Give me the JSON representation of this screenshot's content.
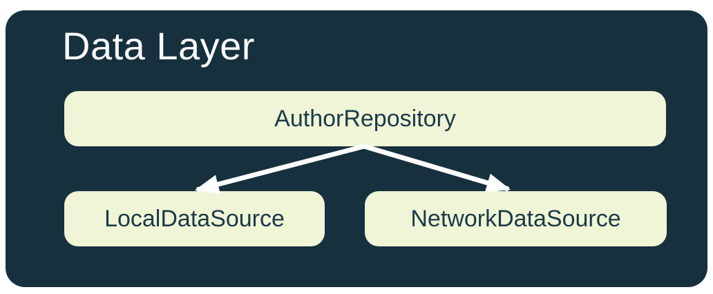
{
  "diagram": {
    "title": "Data Layer",
    "nodes": [
      {
        "id": "repo",
        "label": "AuthorRepository"
      },
      {
        "id": "local",
        "label": "LocalDataSource"
      },
      {
        "id": "network",
        "label": "NetworkDataSource"
      }
    ],
    "edges": [
      {
        "from": "AuthorRepository",
        "to": "LocalDataSource"
      },
      {
        "from": "AuthorRepository",
        "to": "NetworkDataSource"
      }
    ],
    "colors": {
      "container": "#16303E",
      "node_bg": "#EFF5D6",
      "node_text": "#1B3A49",
      "title_text": "#FAFDFD",
      "arrow": "#FFFFFF"
    }
  }
}
